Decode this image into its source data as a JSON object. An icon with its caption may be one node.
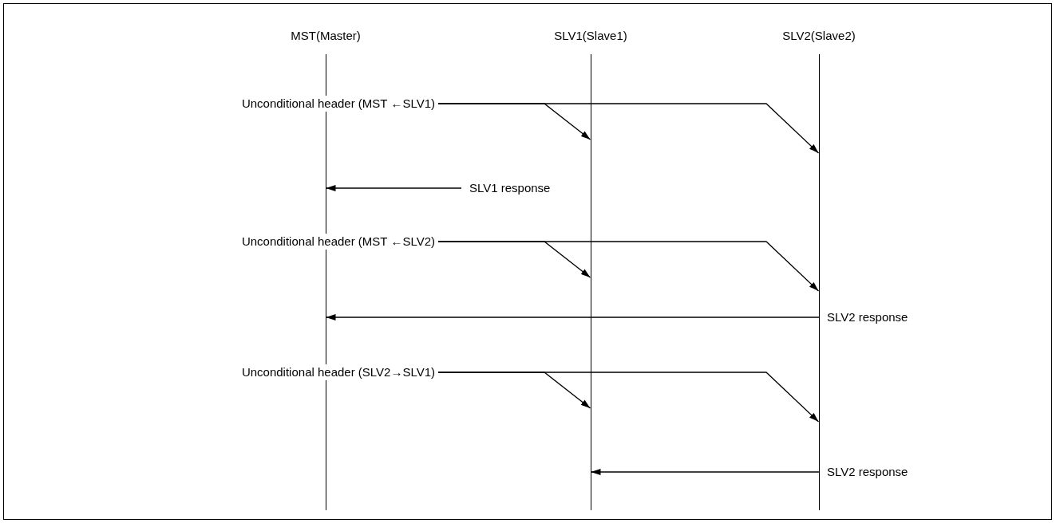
{
  "diagram": {
    "nodes": [
      {
        "text": [],
        "shape": "line",
        "beside": [
          "MST(Master)"
        ]
      },
      {
        "text": [],
        "shape": "line",
        "beside": [
          "SLV1(Slave1)"
        ]
      },
      {
        "text": [],
        "shape": "line",
        "beside": [
          "SLV2(Slave2)"
        ]
      },
      {
        "text": [
          "Unconditional header (MST ←SLV1)"
        ]
      },
      {
        "text": [
          "SLV1 response"
        ]
      },
      {
        "text": [
          "Unconditional header (MST ←SLV2)"
        ]
      },
      {
        "text": [
          "SLV2 response"
        ]
      },
      {
        "text": [
          "Unconditional header (SLV2→SLV1)"
        ]
      },
      {
        "text": [
          "SLV2 response"
        ]
      }
    ],
    "edges": [
      {
        "from": 3,
        "to": 1,
        "arrow": "to"
      },
      {
        "from": 3,
        "to": 2,
        "arrow": "to"
      },
      {
        "from": 4,
        "to": 0,
        "arrow": "to"
      },
      {
        "from": 5,
        "to": 1,
        "arrow": "to"
      },
      {
        "from": 5,
        "to": 2,
        "arrow": "to"
      },
      {
        "from": 6,
        "to": 0,
        "arrow": "to"
      },
      {
        "from": 7,
        "to": 1,
        "arrow": "to"
      },
      {
        "from": 7,
        "to": 2,
        "arrow": "to"
      },
      {
        "from": 8,
        "to": 1,
        "arrow": "to"
      }
    ]
  }
}
